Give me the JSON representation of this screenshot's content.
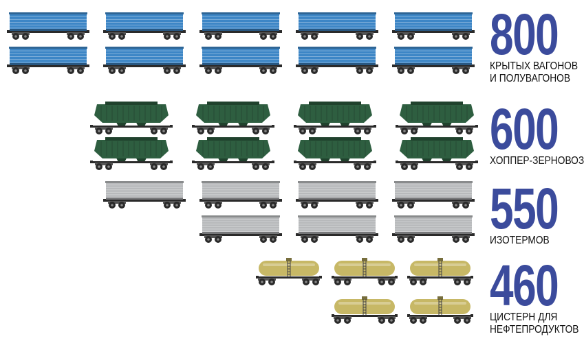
{
  "colors": {
    "number": "#3b4b9c",
    "covered_wagon": "#3d86c6",
    "hopper": "#2e5e40",
    "isotherm": "#b7b9bb",
    "tank": "#c7b866"
  },
  "icons": {
    "covered": "covered-wagon-icon",
    "hopper": "hopper-wagon-icon",
    "isotherm": "isothermal-wagon-icon",
    "tank": "tank-wagon-icon"
  },
  "stats": [
    {
      "number": "800",
      "label_lines": [
        "КРЫТЫХ ВАГОНОВ",
        "И ПОЛУВАГОНОВ"
      ]
    },
    {
      "number": "600",
      "label_lines": [
        "ХОППЕР-ЗЕРНОВОЗОВ"
      ]
    },
    {
      "number": "550",
      "label_lines": [
        "ИЗОТЕРМОВ"
      ]
    },
    {
      "number": "460",
      "label_lines": [
        "ЦИСТЕРН ДЛЯ",
        "НЕФТЕПРОДУКТОВ"
      ]
    }
  ],
  "rows": [
    {
      "type": "covered",
      "counts": [
        5,
        5
      ]
    },
    {
      "type": "hopper",
      "counts": [
        4,
        4
      ]
    },
    {
      "type": "isotherm",
      "counts": [
        4,
        3
      ]
    },
    {
      "type": "tank",
      "counts": [
        3,
        2
      ]
    }
  ]
}
